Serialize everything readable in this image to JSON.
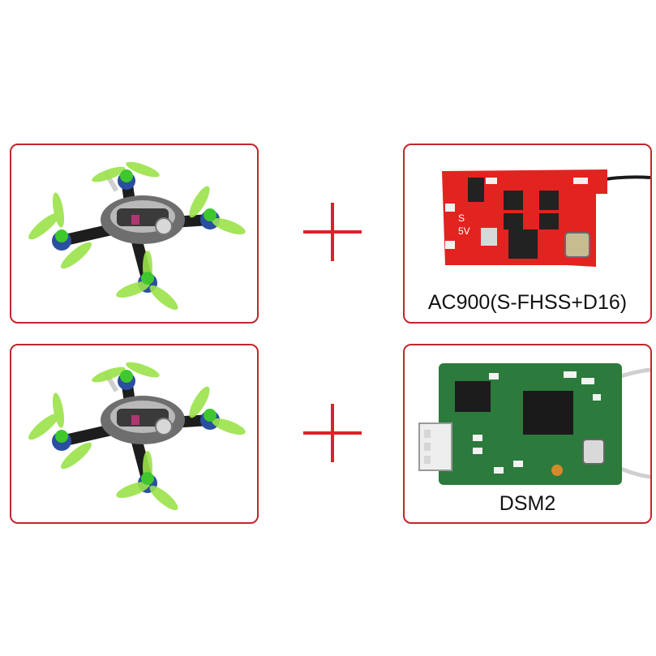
{
  "panels": {
    "receiver_top": {
      "caption": "AC900(S-FHSS+D16)"
    },
    "receiver_bottom": {
      "caption": "DSM2"
    }
  },
  "icons": {
    "drone": "quadcopter-image",
    "board_red": "red-receiver-board-image",
    "board_green": "green-receiver-board-image",
    "plus": "plus-sign"
  },
  "colors": {
    "frame_border": "#c0272d",
    "plus_red": "#e0202a",
    "propeller_green": "#9be34a",
    "board_red": "#e2231f",
    "board_green": "#2c7a3c"
  }
}
